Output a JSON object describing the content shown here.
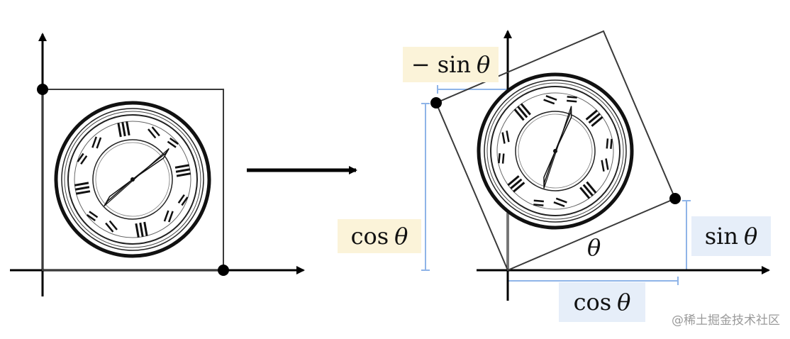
{
  "labels": {
    "neg_sin_fn": "− sin",
    "neg_sin_var": "θ",
    "cos_left_fn": "cos",
    "cos_left_var": "θ",
    "sin_right_fn": "sin",
    "sin_right_var": "θ",
    "cos_bottom_fn": "cos",
    "cos_bottom_var": "θ",
    "theta": "θ"
  },
  "watermark": "@稀土掘金技术社区",
  "colors": {
    "axis": "#000000",
    "frame": "#3a3a3a",
    "guide": "#8fb4e8",
    "yellow_label": "#fbf3d9",
    "blue_label": "#e6eef9"
  },
  "rotation": {
    "angle_deg": -30
  }
}
